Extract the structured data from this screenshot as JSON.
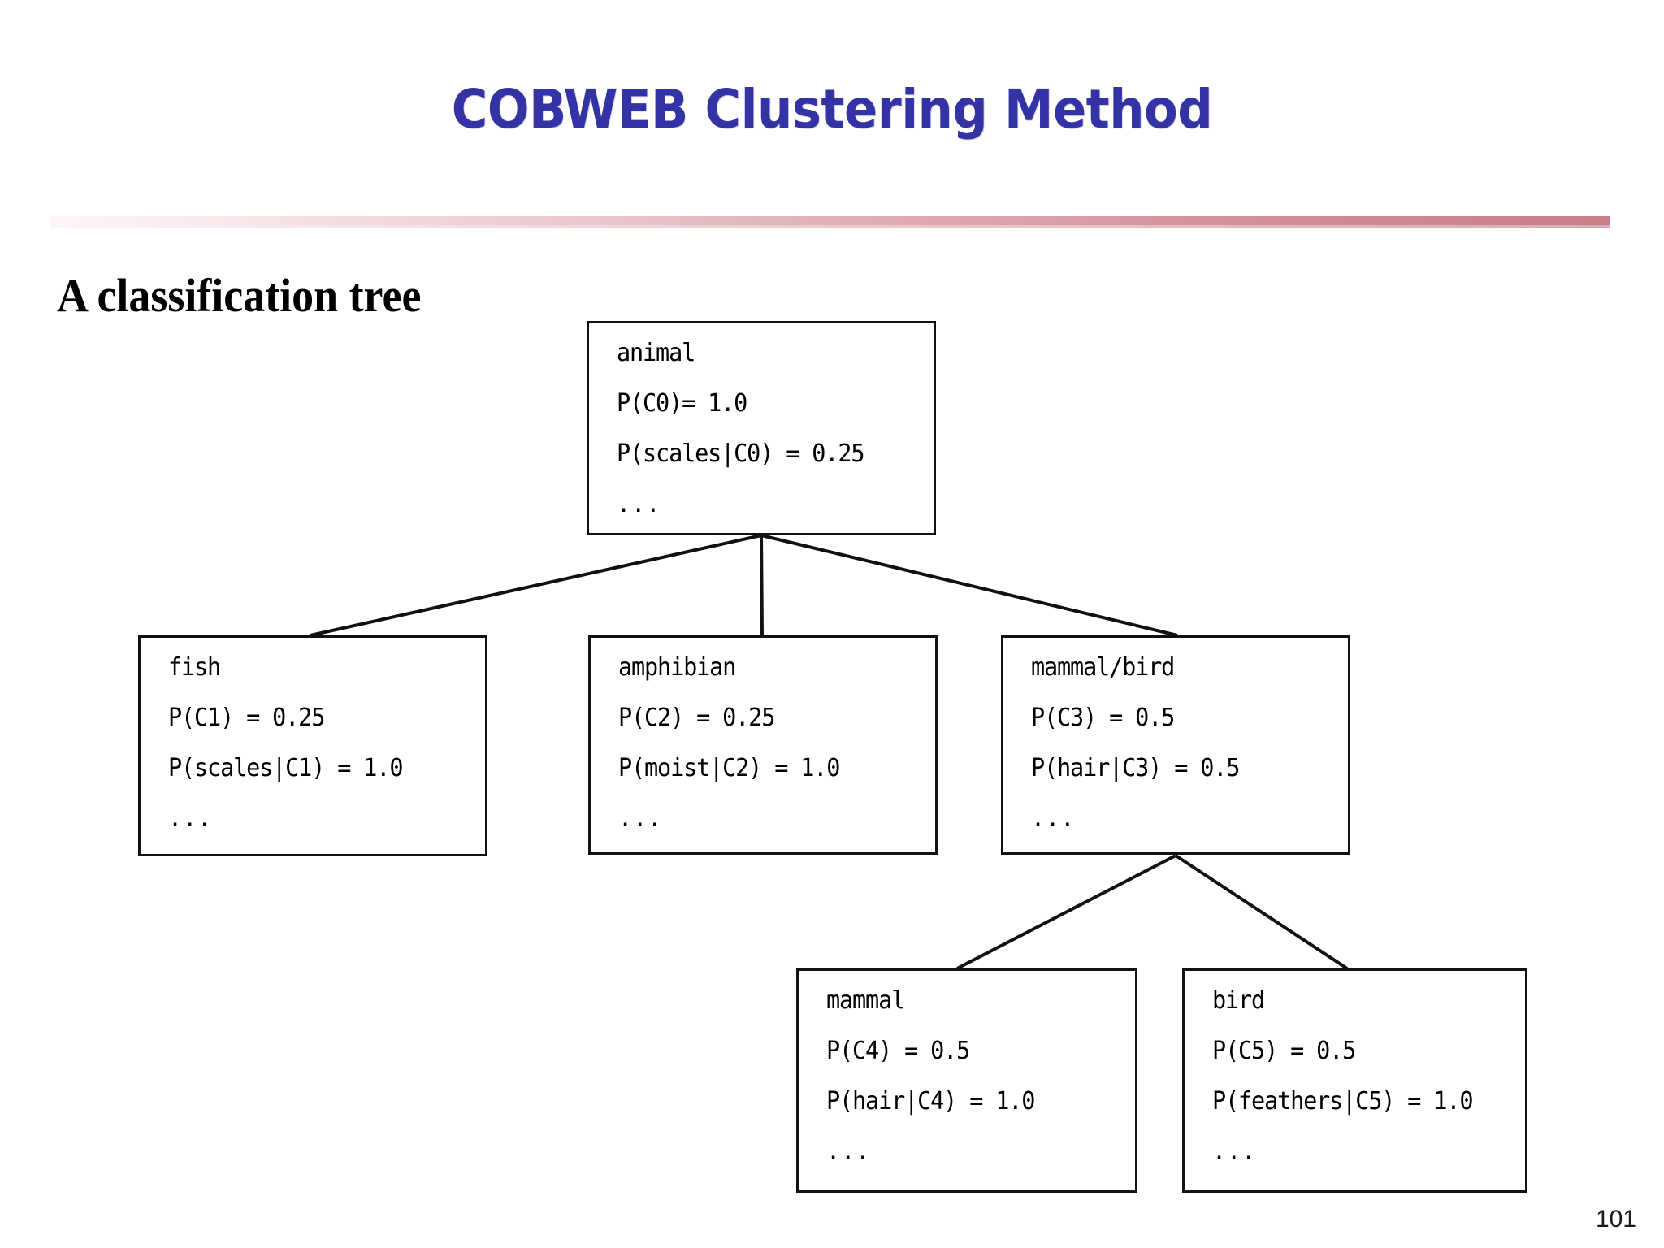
{
  "slide": {
    "title": "COBWEB Clustering Method",
    "section_heading": "A classification tree",
    "page_number": "101",
    "title_color": "#3333a6",
    "rule_color_left": "#fdf6f7",
    "rule_color_right": "#c97e88",
    "node_border_color": "#111111",
    "background_color": "#ffffff"
  },
  "tree": {
    "nodes": [
      {
        "id": "C0",
        "label": "animal",
        "prior": "P(C0)= 1.0",
        "conditional": "P(scales|C0) = 0.25",
        "ellipsis": "..."
      },
      {
        "id": "C1",
        "label": "fish",
        "prior": "P(C1) = 0.25",
        "conditional": "P(scales|C1) = 1.0",
        "ellipsis": "..."
      },
      {
        "id": "C2",
        "label": "amphibian",
        "prior": "P(C2) = 0.25",
        "conditional": "P(moist|C2) = 1.0",
        "ellipsis": "..."
      },
      {
        "id": "C3",
        "label": "mammal/bird",
        "prior": "P(C3) = 0.5",
        "conditional": "P(hair|C3) = 0.5",
        "ellipsis": "..."
      },
      {
        "id": "C4",
        "label": "mammal",
        "prior": "P(C4) = 0.5",
        "conditional": "P(hair|C4) = 1.0",
        "ellipsis": "..."
      },
      {
        "id": "C5",
        "label": "bird",
        "prior": "P(C5) = 0.5",
        "conditional": "P(feathers|C5) = 1.0",
        "ellipsis": "..."
      }
    ],
    "edges": [
      {
        "from": "C0",
        "to": "C1"
      },
      {
        "from": "C0",
        "to": "C2"
      },
      {
        "from": "C0",
        "to": "C3"
      },
      {
        "from": "C3",
        "to": "C4"
      },
      {
        "from": "C3",
        "to": "C5"
      }
    ]
  }
}
